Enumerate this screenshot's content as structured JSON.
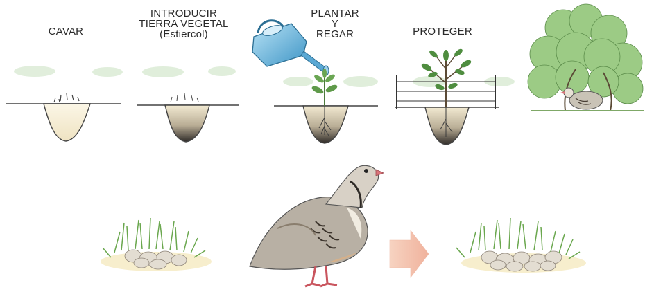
{
  "steps": [
    {
      "label": "CAVAR"
    },
    {
      "label_lines": [
        "INTRODUCIR",
        "TIERRA VEGETAL",
        "(Estiercol)"
      ]
    },
    {
      "label_lines": [
        "PLANTAR",
        "Y",
        "REGAR"
      ]
    },
    {
      "label": "PROTEGER"
    }
  ],
  "colors": {
    "soil_fill": "#f4ecd3",
    "soil_dark": "#3e3a36",
    "grass": "#7fb45a",
    "foliage": "#8fc07a",
    "watering_can": "#6ab7de",
    "arrow": "#f2bfa9",
    "bird_red": "#d9747a"
  }
}
